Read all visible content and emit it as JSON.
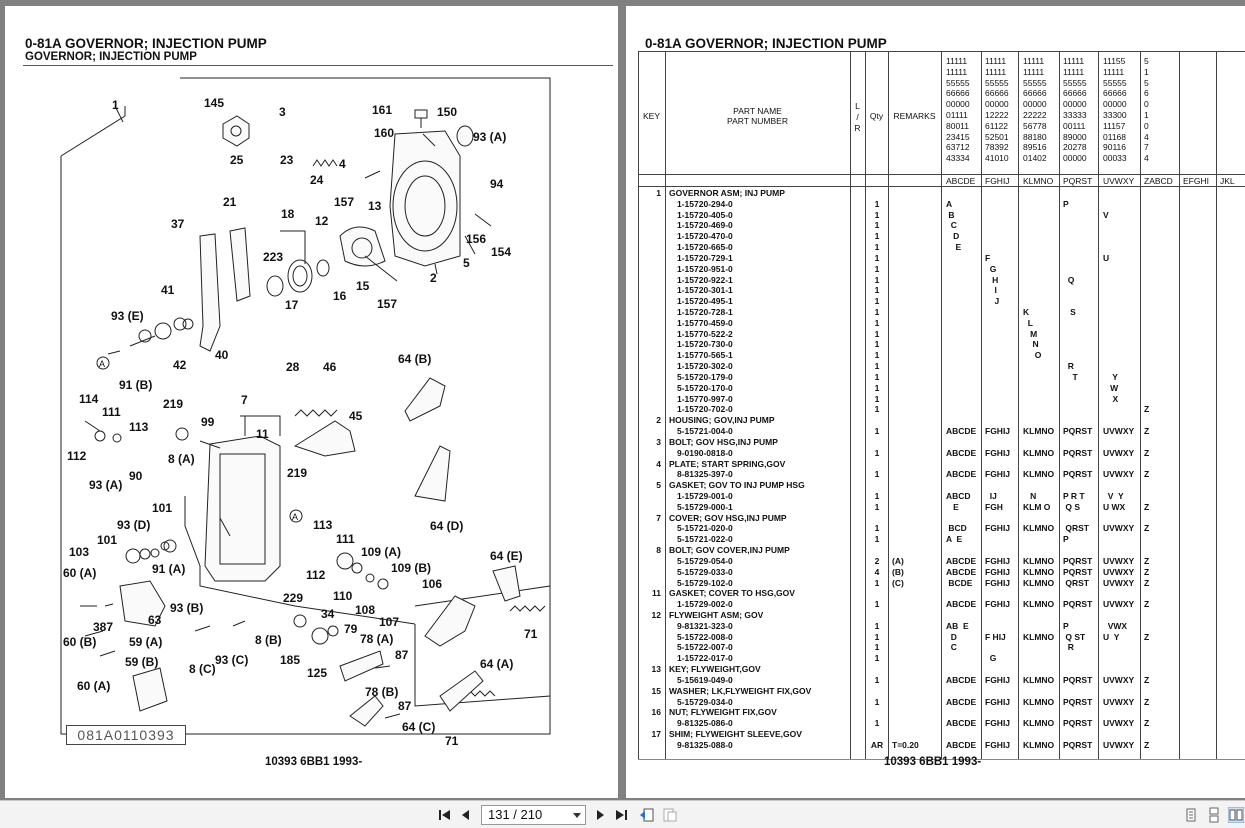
{
  "left_page": {
    "title": "0-81A  GOVERNOR; INJECTION PUMP",
    "subtitle": "GOVERNOR; INJECTION PUMP",
    "diagram_id": "081A0110393",
    "footer": "10393 6BB1 1993-",
    "callouts": [
      "1",
      "145",
      "3",
      "161",
      "150",
      "160",
      "93 (A)",
      "25",
      "23",
      "4",
      "24",
      "94",
      "157",
      "13",
      "21",
      "18",
      "12",
      "156",
      "154",
      "37",
      "223",
      "15",
      "2",
      "5",
      "17",
      "16",
      "157",
      "41",
      "93 (E)",
      "40",
      "42",
      "28",
      "46",
      "64 (B)",
      "91 (B)",
      "114",
      "111",
      "219",
      "7",
      "45",
      "99",
      "113",
      "11",
      "112",
      "8 (A)",
      "219",
      "93 (A)",
      "90",
      "101",
      "64 (D)",
      "93 (D)",
      "101",
      "113",
      "111",
      "109 (A)",
      "103",
      "91 (A)",
      "109 (B)",
      "60 (A)",
      "112",
      "64 (E)",
      "93 (B)",
      "110",
      "108",
      "106",
      "63",
      "229",
      "107",
      "60 (B)",
      "387",
      "8 (B)",
      "34",
      "79",
      "71",
      "59 (A)",
      "93 (C)",
      "78 (A)",
      "87",
      "185",
      "64 (A)",
      "59 (B)",
      "8 (C)",
      "125",
      "60 (A)",
      "78 (B)",
      "87",
      "64 (C)",
      "71"
    ]
  },
  "right_page": {
    "title": "0-81A  GOVERNOR; INJECTION PUMP",
    "footer": "10393 6BB1 1993-",
    "headers": {
      "key": "KEY",
      "part_name": "PART NAME",
      "part_number": "PART NUMBER",
      "lr": [
        "L",
        "/",
        "R"
      ],
      "qty": "Qty",
      "remarks": "REMARKS"
    },
    "code_columns": [
      "11111\n11111\n55555\n66666\n00000\n01111\n80011\n23415\n63712\n43334",
      "11111\n11111\n55555\n66666\n00000\n12222\n61122\n52501\n78392\n41010",
      "11111\n11111\n55555\n66666\n00000\n22222\n56778\n88180\n89516\n01402",
      "11111\n11111\n55555\n66666\n00000\n33333\n00111\n89000\n20278\n00000",
      "11155\n11111\n55555\n66666\n00000\n33300\n11157\n01168\n90116\n00033",
      "5\n1\n5\n6\n0\n1\n0\n4\n7\n4"
    ],
    "group_labels": [
      "ABCDE",
      "FGHIJ",
      "KLMNO",
      "PQRST",
      "UVWXY",
      "ZABCD",
      "EFGHI",
      "JKL"
    ],
    "rows": [
      {
        "key": "1",
        "name": "GOVERNOR ASM; INJ PUMP",
        "qty": "",
        "rem": "",
        "c": [
          "",
          "",
          "",
          "",
          "",
          ""
        ]
      },
      {
        "key": "",
        "name": "1-15720-294-0",
        "qty": "1",
        "rem": "",
        "c": [
          "A",
          "",
          "",
          "P",
          "",
          ""
        ]
      },
      {
        "key": "",
        "name": "1-15720-405-0",
        "qty": "1",
        "rem": "",
        "c": [
          " B",
          "",
          "",
          "",
          "V",
          ""
        ]
      },
      {
        "key": "",
        "name": "1-15720-469-0",
        "qty": "1",
        "rem": "",
        "c": [
          "  C",
          "",
          "",
          "",
          "",
          ""
        ]
      },
      {
        "key": "",
        "name": "1-15720-470-0",
        "qty": "1",
        "rem": "",
        "c": [
          "   D",
          "",
          "",
          "",
          "",
          ""
        ]
      },
      {
        "key": "",
        "name": "1-15720-665-0",
        "qty": "1",
        "rem": "",
        "c": [
          "    E",
          "",
          "",
          "",
          "",
          ""
        ]
      },
      {
        "key": "",
        "name": "1-15720-729-1",
        "qty": "1",
        "rem": "",
        "c": [
          "",
          "F",
          "",
          "",
          "U",
          ""
        ]
      },
      {
        "key": "",
        "name": "1-15720-951-0",
        "qty": "1",
        "rem": "",
        "c": [
          "",
          "  G",
          "",
          "",
          "",
          ""
        ]
      },
      {
        "key": "",
        "name": "1-15720-922-1",
        "qty": "1",
        "rem": "",
        "c": [
          "",
          "   H",
          "",
          "  Q",
          "",
          ""
        ]
      },
      {
        "key": "",
        "name": "1-15720-301-1",
        "qty": "1",
        "rem": "",
        "c": [
          "",
          "    I",
          "",
          "",
          "",
          ""
        ]
      },
      {
        "key": "",
        "name": "1-15720-495-1",
        "qty": "1",
        "rem": "",
        "c": [
          "",
          "    J",
          "",
          "",
          "",
          ""
        ]
      },
      {
        "key": "",
        "name": "1-15720-728-1",
        "qty": "1",
        "rem": "",
        "c": [
          "",
          "",
          "K",
          "   S",
          "",
          ""
        ]
      },
      {
        "key": "",
        "name": "1-15770-459-0",
        "qty": "1",
        "rem": "",
        "c": [
          "",
          "",
          "  L",
          "",
          "",
          ""
        ]
      },
      {
        "key": "",
        "name": "1-15770-522-2",
        "qty": "1",
        "rem": "",
        "c": [
          "",
          "",
          "   M",
          "",
          "",
          ""
        ]
      },
      {
        "key": "",
        "name": "1-15720-730-0",
        "qty": "1",
        "rem": "",
        "c": [
          "",
          "",
          "    N",
          "",
          "",
          ""
        ]
      },
      {
        "key": "",
        "name": "1-15770-565-1",
        "qty": "1",
        "rem": "",
        "c": [
          "",
          "",
          "     O",
          "",
          "",
          ""
        ]
      },
      {
        "key": "",
        "name": "1-15720-302-0",
        "qty": "1",
        "rem": "",
        "c": [
          "",
          "",
          "",
          "  R",
          "",
          ""
        ]
      },
      {
        "key": "",
        "name": "5-15720-179-0",
        "qty": "1",
        "rem": "",
        "c": [
          "",
          "",
          "",
          "    T",
          "    Y",
          ""
        ]
      },
      {
        "key": "",
        "name": "5-15720-170-0",
        "qty": "1",
        "rem": "",
        "c": [
          "",
          "",
          "",
          "",
          "   W",
          ""
        ]
      },
      {
        "key": "",
        "name": "1-15770-997-0",
        "qty": "1",
        "rem": "",
        "c": [
          "",
          "",
          "",
          "",
          "    X",
          ""
        ]
      },
      {
        "key": "",
        "name": "1-15720-702-0",
        "qty": "1",
        "rem": "",
        "c": [
          "",
          "",
          "",
          "",
          "",
          "Z"
        ]
      },
      {
        "key": "2",
        "name": "HOUSING; GOV,INJ PUMP",
        "qty": "",
        "rem": "",
        "c": [
          "",
          "",
          "",
          "",
          "",
          ""
        ]
      },
      {
        "key": "",
        "name": "5-15721-004-0",
        "qty": "1",
        "rem": "",
        "c": [
          "ABCDE",
          "FGHIJ",
          "KLMNO",
          "PQRST",
          "UVWXY",
          "Z"
        ]
      },
      {
        "key": "3",
        "name": "BOLT; GOV HSG,INJ PUMP",
        "qty": "",
        "rem": "",
        "c": [
          "",
          "",
          "",
          "",
          "",
          ""
        ]
      },
      {
        "key": "",
        "name": "9-0190-0818-0",
        "qty": "1",
        "rem": "",
        "c": [
          "ABCDE",
          "FGHIJ",
          "KLMNO",
          "PQRST",
          "UVWXY",
          "Z"
        ]
      },
      {
        "key": "4",
        "name": "PLATE; START SPRING,GOV",
        "qty": "",
        "rem": "",
        "c": [
          "",
          "",
          "",
          "",
          "",
          ""
        ]
      },
      {
        "key": "",
        "name": "8-81325-397-0",
        "qty": "1",
        "rem": "",
        "c": [
          "ABCDE",
          "FGHIJ",
          "KLMNO",
          "PQRST",
          "UVWXY",
          "Z"
        ]
      },
      {
        "key": "5",
        "name": "GASKET; GOV TO INJ PUMP HSG",
        "qty": "",
        "rem": "",
        "c": [
          "",
          "",
          "",
          "",
          "",
          ""
        ]
      },
      {
        "key": "",
        "name": "1-15729-001-0",
        "qty": "1",
        "rem": "",
        "c": [
          "ABCD",
          "  IJ",
          "   N",
          "P R T",
          "  V  Y",
          ""
        ]
      },
      {
        "key": "",
        "name": "5-15729-000-1",
        "qty": "1",
        "rem": "",
        "c": [
          "   E",
          "FGH",
          "KLM O",
          " Q S",
          "U WX",
          "Z"
        ]
      },
      {
        "key": "7",
        "name": "COVER; GOV HSG,INJ PUMP",
        "qty": "",
        "rem": "",
        "c": [
          "",
          "",
          "",
          "",
          "",
          ""
        ]
      },
      {
        "key": "",
        "name": "5-15721-020-0",
        "qty": "1",
        "rem": "",
        "c": [
          " BCD",
          "FGHIJ",
          "KLMNO",
          " QRST",
          "UVWXY",
          "Z"
        ]
      },
      {
        "key": "",
        "name": "5-15721-022-0",
        "qty": "1",
        "rem": "",
        "c": [
          "A  E",
          "",
          "",
          "P",
          "",
          ""
        ]
      },
      {
        "key": "8",
        "name": "BOLT; GOV COVER,INJ PUMP",
        "qty": "",
        "rem": "",
        "c": [
          "",
          "",
          "",
          "",
          "",
          ""
        ]
      },
      {
        "key": "",
        "name": "5-15729-054-0",
        "qty": "2",
        "rem": "(A)",
        "c": [
          "ABCDE",
          "FGHIJ",
          "KLMNO",
          "PQRST",
          "UVWXY",
          "Z"
        ]
      },
      {
        "key": "",
        "name": "5-15729-033-0",
        "qty": "4",
        "rem": "(B)",
        "c": [
          "ABCDE",
          "FGHIJ",
          "KLMNO",
          "PQRST",
          "UVWXY",
          "Z"
        ]
      },
      {
        "key": "",
        "name": "5-15729-102-0",
        "qty": "1",
        "rem": "(C)",
        "c": [
          " BCDE",
          "FGHIJ",
          "KLMNO",
          " QRST",
          "UVWXY",
          "Z"
        ]
      },
      {
        "key": "11",
        "name": "GASKET; COVER TO HSG,GOV",
        "qty": "",
        "rem": "",
        "c": [
          "",
          "",
          "",
          "",
          "",
          ""
        ]
      },
      {
        "key": "",
        "name": "1-15729-002-0",
        "qty": "1",
        "rem": "",
        "c": [
          "ABCDE",
          "FGHIJ",
          "KLMNO",
          "PQRST",
          "UVWXY",
          "Z"
        ]
      },
      {
        "key": "12",
        "name": "FLYWEIGHT ASM; GOV",
        "qty": "",
        "rem": "",
        "c": [
          "",
          "",
          "",
          "",
          "",
          ""
        ]
      },
      {
        "key": "",
        "name": "9-81321-323-0",
        "qty": "1",
        "rem": "",
        "c": [
          "AB  E",
          "",
          "",
          "P",
          "  VWX",
          ""
        ]
      },
      {
        "key": "",
        "name": "5-15722-008-0",
        "qty": "1",
        "rem": "",
        "c": [
          "  D",
          "F HIJ",
          "KLMNO",
          " Q ST",
          "U  Y",
          "Z"
        ]
      },
      {
        "key": "",
        "name": "5-15722-007-0",
        "qty": "1",
        "rem": "",
        "c": [
          "  C",
          "",
          "",
          "  R",
          "",
          ""
        ]
      },
      {
        "key": "",
        "name": "1-15722-017-0",
        "qty": "1",
        "rem": "",
        "c": [
          "",
          "  G",
          "",
          "",
          "",
          ""
        ]
      },
      {
        "key": "13",
        "name": "KEY; FLYWEIGHT,GOV",
        "qty": "",
        "rem": "",
        "c": [
          "",
          "",
          "",
          "",
          "",
          ""
        ]
      },
      {
        "key": "",
        "name": "5-15619-049-0",
        "qty": "1",
        "rem": "",
        "c": [
          "ABCDE",
          "FGHIJ",
          "KLMNO",
          "PQRST",
          "UVWXY",
          "Z"
        ]
      },
      {
        "key": "15",
        "name": "WASHER; LK,FLYWEIGHT FIX,GOV",
        "qty": "",
        "rem": "",
        "c": [
          "",
          "",
          "",
          "",
          "",
          ""
        ]
      },
      {
        "key": "",
        "name": "5-15729-034-0",
        "qty": "1",
        "rem": "",
        "c": [
          "ABCDE",
          "FGHIJ",
          "KLMNO",
          "PQRST",
          "UVWXY",
          "Z"
        ]
      },
      {
        "key": "16",
        "name": "NUT; FLYWEIGHT FIX,GOV",
        "qty": "",
        "rem": "",
        "c": [
          "",
          "",
          "",
          "",
          "",
          ""
        ]
      },
      {
        "key": "",
        "name": "9-81325-086-0",
        "qty": "1",
        "rem": "",
        "c": [
          "ABCDE",
          "FGHIJ",
          "KLMNO",
          "PQRST",
          "UVWXY",
          "Z"
        ]
      },
      {
        "key": "17",
        "name": "SHIM; FLYWEIGHT SLEEVE,GOV",
        "qty": "",
        "rem": "",
        "c": [
          "",
          "",
          "",
          "",
          "",
          ""
        ]
      },
      {
        "key": "",
        "name": "9-81325-088-0",
        "qty": "AR",
        "rem": "T=0.20",
        "c": [
          "ABCDE",
          "FGHIJ",
          "KLMNO",
          "PQRST",
          "UVWXY",
          "Z"
        ]
      }
    ]
  },
  "toolbar": {
    "page_indicator": "131 / 210"
  }
}
